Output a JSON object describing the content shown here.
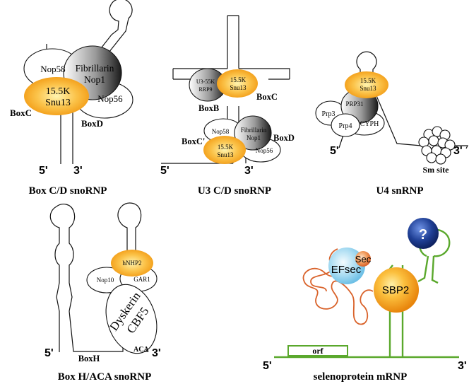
{
  "panels": {
    "boxcd": {
      "title": "Box C/D snoRNP",
      "proteins": {
        "nop58": "Nop58",
        "fib1": "Fibrillarin",
        "fib2": "Nop1",
        "snu1": "15.5K",
        "snu2": "Snu13",
        "nop56": "Nop56"
      },
      "labels": {
        "boxc": "BoxC",
        "boxd": "BoxD",
        "five": "5'",
        "three": "3'"
      }
    },
    "u3": {
      "title": "U3 C/D snoRNP",
      "proteins": {
        "u3a": "U3-55K",
        "u3b": "RRP9",
        "snu1": "15.5K",
        "snu2": "Snu13",
        "nop58": "Nop58",
        "fib1": "Fibrillarin",
        "fib2": "Nop1",
        "snub1": "15.5K",
        "snub2": "Snu13",
        "nop56": "Nop56"
      },
      "labels": {
        "boxb": "BoxB",
        "boxc": "BoxC",
        "boxcp": "BoxC'",
        "boxd": "BoxD",
        "five": "5'",
        "three": "3'"
      }
    },
    "u4": {
      "title": "U4 snRNP",
      "proteins": {
        "snu1": "15.5K",
        "snu2": "Snu13",
        "prp31": "PRP31",
        "prp3": "Prp3",
        "prp4": "Prp4",
        "cyph": "CYPH"
      },
      "labels": {
        "five": "5'",
        "three": "3'",
        "sm": "Sm site"
      }
    },
    "haca": {
      "title": "Box H/ACA snoRNP",
      "proteins": {
        "nhp2": "hNHP2",
        "nop10": "Nop10",
        "gar1": "GAR1",
        "dys1": "Dyskerin",
        "dys2": "CBF5"
      },
      "labels": {
        "boxh": "BoxH",
        "aca": "ACA",
        "five": "5'",
        "three": "3'"
      }
    },
    "seleno": {
      "title": "selenoprotein mRNP",
      "proteins": {
        "efsec": "EFsec",
        "sec": "Sec",
        "sbp2": "SBP2",
        "unknown": "?"
      },
      "labels": {
        "orf": "orf",
        "five": "5'",
        "three": "3'"
      }
    }
  },
  "colors": {
    "orange": "#f6a81f",
    "green": "#5aa82c",
    "rust": "#d9622a",
    "light_blue": "#a9dcf2",
    "navy": "#1f3f95"
  }
}
